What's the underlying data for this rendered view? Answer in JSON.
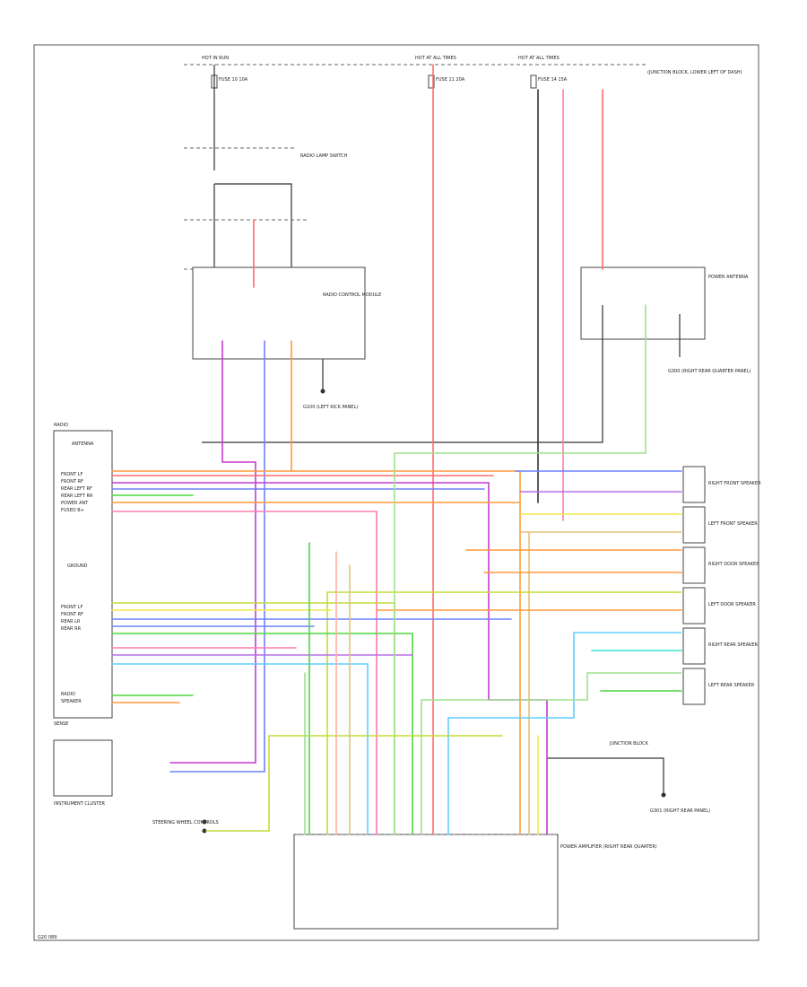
{
  "diagram": {
    "footer_code": "G20 089",
    "power_sources": [
      "HOT IN RUN",
      "HOT AT ALL TIMES",
      "HOT AT ALL TIMES"
    ],
    "power_source_sub": [
      "FUSE 10 10A",
      "FUSE 11 20A",
      "FUSE 14 15A"
    ],
    "top_right_note": [
      "(JUNCTION BLOCK, LOWER LEFT OF DASH)"
    ],
    "switch_label": "RADIO LAMP SWITCH",
    "relay_label": "RADIO CONTROL MODULE",
    "ground_label_1": "G100 (LEFT KICK PANEL)",
    "ground_label_2": "G300 (RIGHT REAR QUARTER PANEL)",
    "antenna_label": "POWER ANTENNA",
    "left_module_title": "RADIO",
    "left_module_pins": [
      "ANTENNA",
      "FRONT LF",
      "FRONT RF",
      "REAR LEFT RF",
      "REAR LEFT RR",
      "POWER ANT",
      "FUSED B+",
      "GROUND",
      "FRONT LF",
      "FRONT RF",
      "REAR LR",
      "REAR RR",
      "RADIO",
      "SPEAKER",
      "SENSE"
    ],
    "cluster_label": "INSTRUMENT CLUSTER",
    "speakers": [
      "RIGHT FRONT SPEAKER",
      "LEFT FRONT SPEAKER",
      "RIGHT DOOR SPEAKER",
      "LEFT DOOR SPEAKER",
      "RIGHT REAR SPEAKER",
      "LEFT REAR SPEAKER"
    ],
    "bottom_module_label": "POWER AMPLIFIER (RIGHT REAR QUARTER)",
    "bottom_ground_label": "G301 (RIGHT REAR PANEL)",
    "right_junction_label": "JUNCTION BLOCK",
    "steering_label": "STEERING WHEEL CONTROLS",
    "colors": {
      "orange": "#ff9a3c",
      "red": "#ff6b6b",
      "magenta": "#c63ad0",
      "pink": "#ff7ab0",
      "violet": "#b870e8",
      "blue": "#6f80ff",
      "lightblue": "#5ecfff",
      "cyan": "#37e0d0",
      "green": "#4fd63f",
      "lightgreen": "#9fe08f",
      "yellow": "#f2e94a",
      "yellowgreen": "#c3db3a",
      "tan": "#e6c07a",
      "brown": "#b98a4e",
      "black": "#333333",
      "salmon": "#ffb0a0"
    }
  }
}
